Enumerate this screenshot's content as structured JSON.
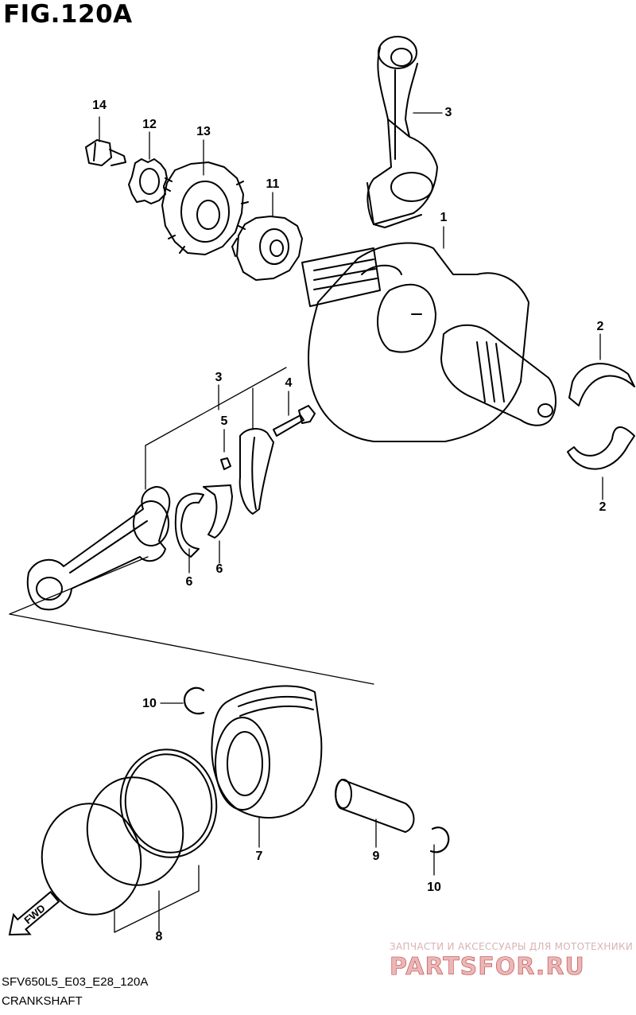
{
  "figure": {
    "title": "FIG.120A",
    "code": "SFV650L5_E03_E28_120A",
    "name": "CRANKSHAFT"
  },
  "callouts": [
    {
      "id": "c1",
      "label": "1"
    },
    {
      "id": "c2a",
      "label": "2"
    },
    {
      "id": "c2b",
      "label": "2"
    },
    {
      "id": "c3a",
      "label": "3"
    },
    {
      "id": "c3b",
      "label": "3"
    },
    {
      "id": "c4",
      "label": "4"
    },
    {
      "id": "c5",
      "label": "5"
    },
    {
      "id": "c6a",
      "label": "6"
    },
    {
      "id": "c6b",
      "label": "6"
    },
    {
      "id": "c7",
      "label": "7"
    },
    {
      "id": "c8",
      "label": "8"
    },
    {
      "id": "c9",
      "label": "9"
    },
    {
      "id": "c10a",
      "label": "10"
    },
    {
      "id": "c10b",
      "label": "10"
    },
    {
      "id": "c11",
      "label": "11"
    },
    {
      "id": "c12",
      "label": "12"
    },
    {
      "id": "c13",
      "label": "13"
    },
    {
      "id": "c14",
      "label": "14"
    }
  ],
  "direction_marker": "FWD",
  "watermark": {
    "tagline": "ЗАПЧАСТИ И АКСЕССУАРЫ ДЛЯ МОТОТЕХНИКИ",
    "logo": "PARTSFOR.RU",
    "color": "#c43b3b"
  }
}
